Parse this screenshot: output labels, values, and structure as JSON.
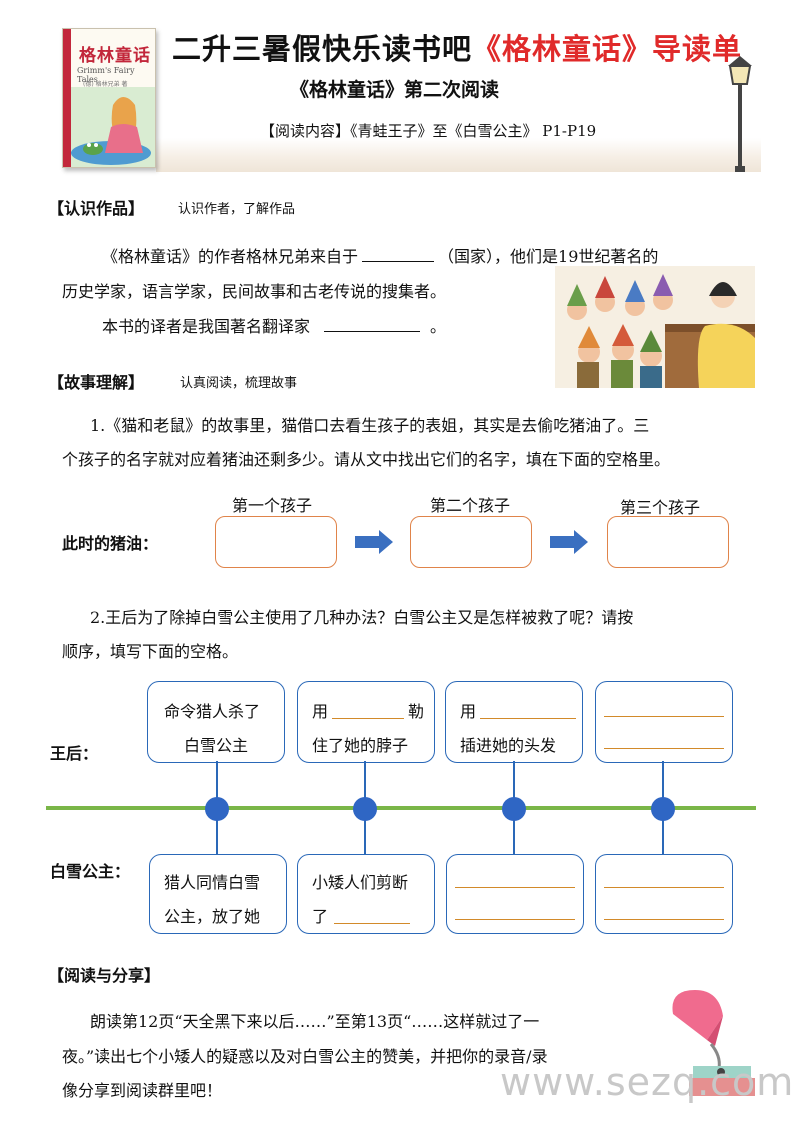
{
  "header": {
    "book_cover": {
      "title": "格林童话",
      "subtitle": "Grimm's Fairy Tales",
      "publisher": "(德) 格林兄弟 著"
    },
    "title_prefix": "二升三暑假快乐读书吧",
    "title_highlight": "《格林童话》",
    "title_suffix": "导读单",
    "subtitle": "《格林童话》第二次阅读",
    "reading_range": "【阅读内容】《青蛙王子》至《白雪公主》 P1-P19"
  },
  "section1": {
    "heading": "【认识作品】",
    "note": "认识作者，了解作品",
    "line1_a": "《格林童话》的作者格林兄弟来自于",
    "line1_b": "（国家），他们是19世纪著名的",
    "line2": "历史学家，语言学家，民间故事和古老传说的搜集者。",
    "line3_a": "本书的译者是我国著名翻译家",
    "line3_b": "。"
  },
  "section2": {
    "heading": "【故事理解】",
    "note": "认真阅读，梳理故事",
    "q1_line1": "1.《猫和老鼠》的故事里，猫借口去看生孩子的表姐，其实是去偷吃猪油了。三",
    "q1_line2": "个孩子的名字就对应着猪油还剩多少。请从文中找出它们的名字，填在下面的空格里。",
    "children": [
      "第一个孩子",
      "第二个孩子",
      "第三个孩子"
    ],
    "lard_label": "此时的猪油：",
    "q2_line1": "2.王后为了除掉白雪公主使用了几种办法？白雪公主又是怎样被救了呢？请按",
    "q2_line2": "顺序，填写下面的空格。",
    "queen_label": "王后：",
    "snow_label": "白雪公主：",
    "queen_boxes": [
      {
        "line1": "命令猎人杀了",
        "line2": "白雪公主"
      },
      {
        "pre": "用",
        "post": "勒",
        "line2": "住了她的脖子"
      },
      {
        "pre": "用",
        "line2": "插进她的头发"
      },
      {}
    ],
    "snow_boxes": [
      {
        "line1": "猎人同情白雪",
        "line2": "公主，放了她"
      },
      {
        "line1": "小矮人们剪断",
        "pre2": "了"
      },
      {},
      {}
    ]
  },
  "section3": {
    "heading": "【阅读与分享】",
    "line1": "朗读第12页“天全黑下来以后……”至第13页“……这样就过了一",
    "line2": "夜。”读出七个小矮人的疑惑以及对白雪公主的赞美，并把你的录音/录",
    "line3": "像分享到阅读群里吧！"
  },
  "watermark": "www.sezq.com",
  "colors": {
    "title_red": "#e02a2a",
    "orange_box": "#e0844a",
    "blue_box": "#2a68b8",
    "timeline_green": "#7ab648",
    "dot_blue": "#2f66c4",
    "arrow_blue": "#3a6fc0"
  }
}
